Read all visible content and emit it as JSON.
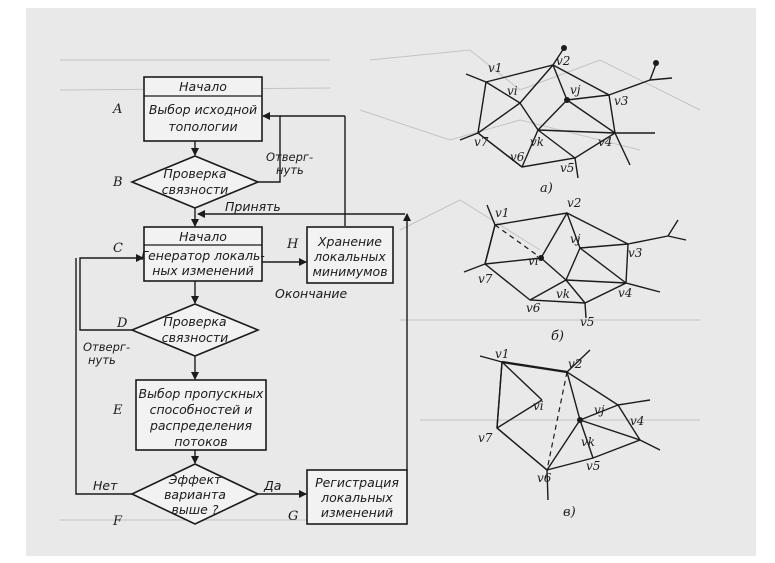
{
  "flowchart": {
    "block_a": {
      "letter": "A",
      "line1": "Начало",
      "line2": "Выбор исходной",
      "line3": "топологии"
    },
    "block_b": {
      "letter": "B",
      "line1": "Проверка",
      "line2": "связности"
    },
    "reject_b": {
      "line1": "Отверг-",
      "line2": "нуть"
    },
    "accept": "Принять",
    "block_c": {
      "letter": "C",
      "line1": "Начало",
      "line2": "Генератор локаль-",
      "line3": "ных изменений"
    },
    "block_h": {
      "letter": "H",
      "line1": "Хранение",
      "line2": "локальных",
      "line3": "минимумов"
    },
    "finish": "Окончание",
    "block_d": {
      "letter": "D",
      "line1": "Проверка",
      "line2": "связности"
    },
    "reject_d": {
      "line1": "Отверг-",
      "line2": "нуть"
    },
    "block_e": {
      "letter": "E",
      "line1": "Выбор пропускных",
      "line2": "способностей и",
      "line3": "распределения",
      "line4": "потоков"
    },
    "block_f": {
      "letter": "F",
      "line1": "Эффект",
      "line2": "варианта",
      "line3": "выше ?"
    },
    "no": "Нет",
    "yes": "Да",
    "block_g": {
      "letter": "G",
      "line1": "Регистрация",
      "line2": "локальных",
      "line3": "изменений"
    }
  },
  "graphs": {
    "node_labels": {
      "v1": "v1",
      "v2": "v2",
      "v3": "v3",
      "v4": "v4",
      "v5": "v5",
      "v6": "v6",
      "v7": "v7",
      "vi": "vi",
      "vj": "vj",
      "vk": "vk"
    },
    "captions": {
      "a": "а)",
      "b": "б)",
      "c": "в)"
    }
  }
}
